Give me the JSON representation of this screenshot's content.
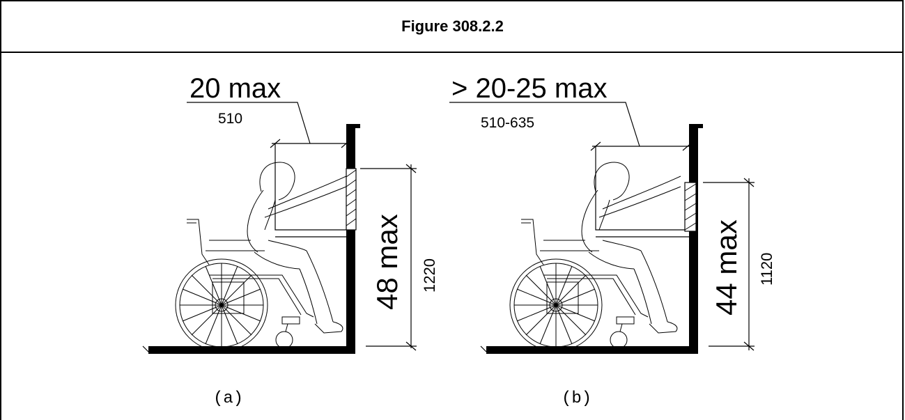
{
  "figure": {
    "title": "Figure 308.2.2"
  },
  "panels": [
    {
      "id": "a",
      "reach_inches": "20 max",
      "reach_mm": "510",
      "height_inches": "48 max",
      "height_mm": "1220",
      "caption": "(a)"
    },
    {
      "id": "b",
      "reach_inches": "> 20-25 max",
      "reach_mm": "510-635",
      "height_inches": "44 max",
      "height_mm": "1120",
      "caption": "(b)"
    }
  ],
  "icons": [
    "wheelchair-user-icon",
    "wall-obstruction-icon",
    "dimension-arrow-icon"
  ]
}
